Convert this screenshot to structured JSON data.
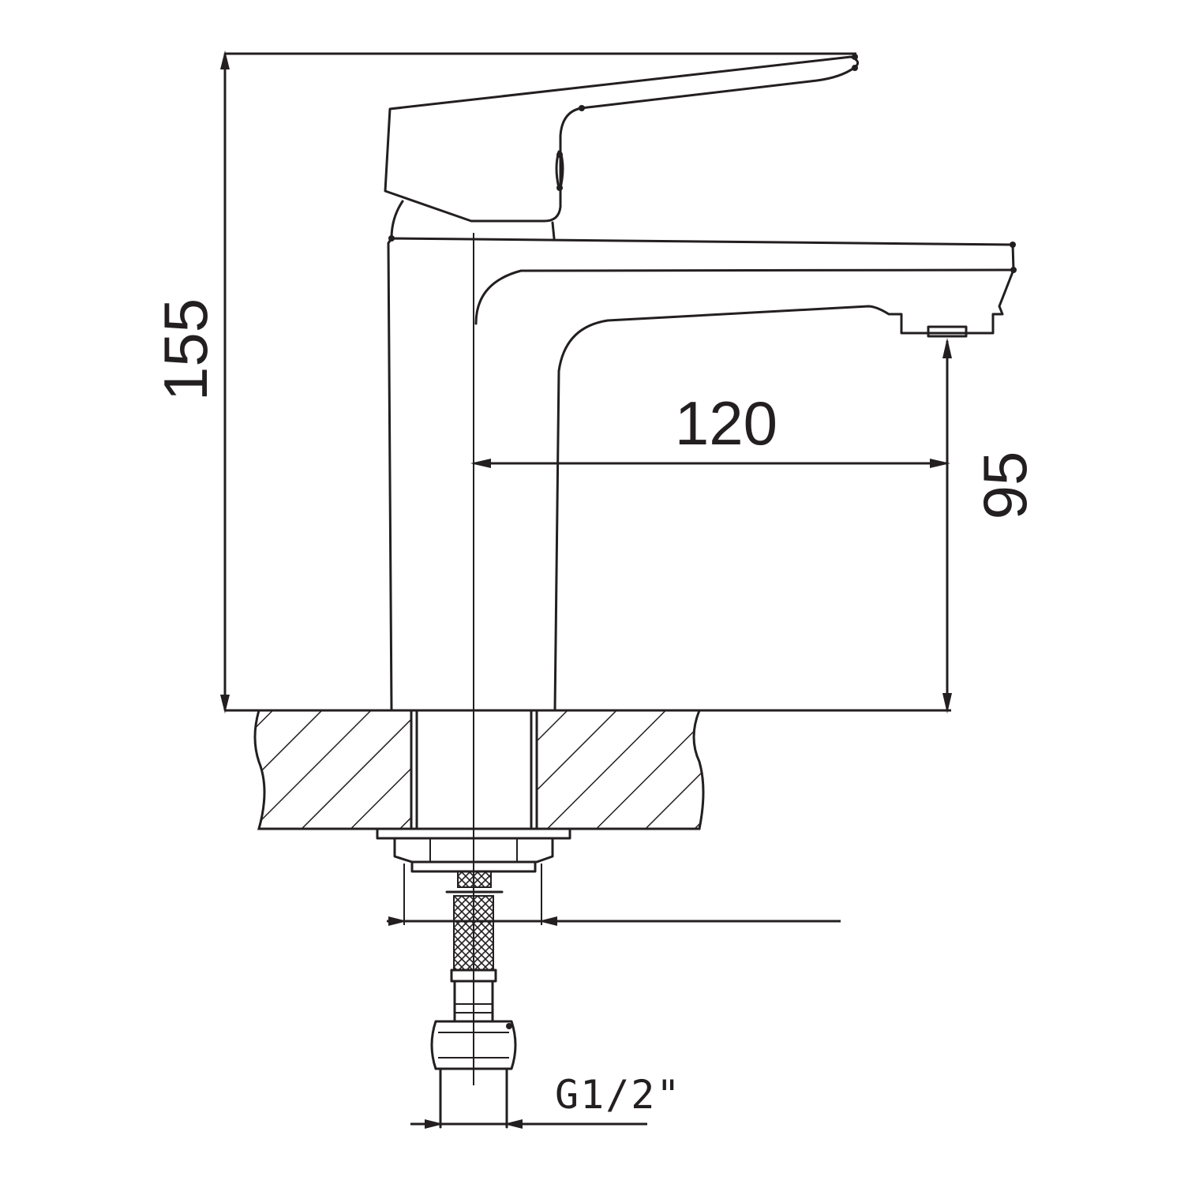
{
  "dimensions": {
    "total_height": "155",
    "spout_reach": "120",
    "spout_height": "95",
    "inlet_thread": "G1/2\""
  },
  "colors": {
    "line": "#231f20",
    "background": "#ffffff"
  }
}
